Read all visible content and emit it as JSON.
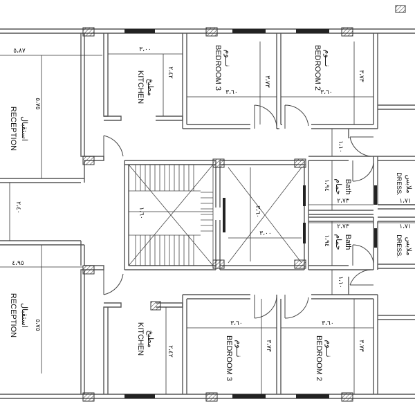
{
  "rooms": {
    "reception_top": {
      "en": "RECEPTION",
      "ar": "استقبال"
    },
    "reception_bottom": {
      "en": "RECEPTION",
      "ar": "استقبال"
    },
    "kitchen_top": {
      "en": "KITCHEN",
      "ar": "مطبخ"
    },
    "kitchen_bottom": {
      "en": "KITCHEN",
      "ar": "مطبخ"
    },
    "bedroom3_top": {
      "en": "BEDROOM 3",
      "ar": "نـــوم"
    },
    "bedroom2_top": {
      "en": "BEDROOM 2",
      "ar": "نـــوم"
    },
    "bedroom3_bottom": {
      "en": "BEDROOM 3",
      "ar": "نـــوم"
    },
    "bedroom2_bottom": {
      "en": "BEDROOM 2",
      "ar": "نـــوم"
    },
    "bath_top": {
      "en": "Bath",
      "ar": "حمام"
    },
    "bath_bottom": {
      "en": "Bath",
      "ar": "حمام"
    },
    "dress_top": {
      "en": "DRESS.",
      "ar": "ملابس"
    },
    "dress_bottom": {
      "en": "DRESS.",
      "ar": "ملابس"
    }
  },
  "dimensions": {
    "rec_top_width": "٥،٨٧",
    "rec_top_height": "٥،٧٥",
    "corridor_height": "٢،٤٠",
    "rec_bottom_width": "٤،٩٥",
    "rec_bottom_height": "٥،٧٥",
    "kitchen_top_w": "٣،٠٠",
    "kitchen_top_h": "٢،٤٢",
    "bed3_top_h": "٣،٧٣",
    "bed3_top_w": "٣،٦٠",
    "bed2_top_h": "٣،٧٣",
    "bed2_top_w": "٣،٦٠",
    "stair_w": "١،٦٠",
    "lobby_h": "٣،٦٠",
    "lobby_w": "٣،٠٠",
    "bath_top_h": "١،٩٤",
    "bath_top_w": "٢،٧٣",
    "bath_bottom_h": "١،٩٤",
    "bath_bottom_w": "٢،٧٣",
    "dress_top_w": "١،٧١",
    "dress_bottom_w": "١،٧١",
    "door_top": "١،١٠",
    "door_bottom": "١،١٠",
    "kitchen_bottom_h": "٢،٤٢",
    "bed3_bottom_w": "٣،٦٠",
    "bed3_bottom_h": "٣،٧٣",
    "bed2_bottom_w": "٣،٦٠",
    "bed2_bottom_h": "٣،٧٣"
  }
}
